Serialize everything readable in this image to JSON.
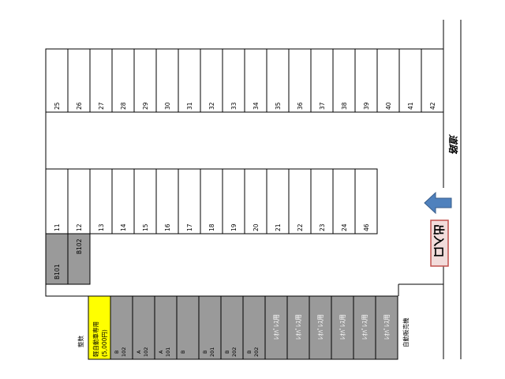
{
  "top_row": [
    "25",
    "26",
    "27",
    "28",
    "29",
    "30",
    "31",
    "32",
    "33",
    "34",
    "35",
    "36",
    "37",
    "38",
    "39",
    "40",
    "41",
    "42"
  ],
  "middle_row": [
    "11",
    "12",
    "13",
    "14",
    "15",
    "16",
    "17",
    "18",
    "19",
    "20",
    "21",
    "22",
    "23",
    "24",
    "46"
  ],
  "small_blocks": [
    "B101",
    "B102"
  ],
  "bottom_row": {
    "note": "整数",
    "yellow_label": "軽自動車専用",
    "yellow_price": "(5,000円)",
    "gray_labels": [
      "B",
      "A",
      "A",
      "B",
      "B",
      "B",
      "B"
    ],
    "gray_small": [
      "102",
      "102",
      "101",
      "",
      "201",
      "202",
      "202"
    ],
    "reserved_label": "ﾚｵﾊﾟﾚｽ用",
    "reserved_count": 6,
    "vending": "自動販売機"
  },
  "road_label": "道路",
  "gate_label": "出入口",
  "colors": {
    "gray": "#9a9a9a",
    "yellow": "#ffff00",
    "arrow": "#4f81bd",
    "gate_border": "#c0504d",
    "gate_fill": "#f2dcdb"
  }
}
